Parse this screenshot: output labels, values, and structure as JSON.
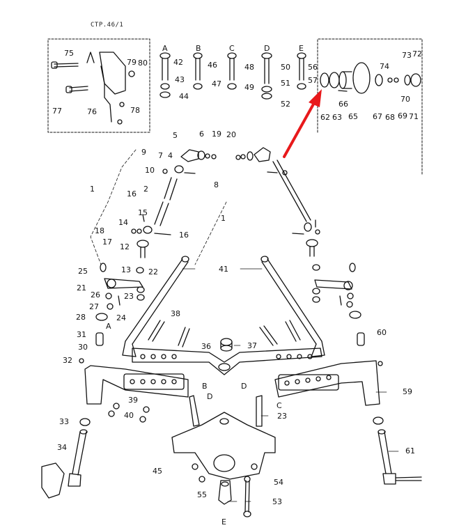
{
  "diagram": {
    "reference_code": "CTP.46/1",
    "subject": "Front axle and steering linkage exploded parts diagram",
    "highlight_arrow_color": "#e8191b",
    "highlight_target_part": "62",
    "insets": {
      "left_bracket": {
        "labels": [
          "75",
          "79",
          "80",
          "77",
          "76",
          "78"
        ]
      },
      "hub": {
        "labels": [
          "73",
          "72",
          "74",
          "66",
          "62",
          "63",
          "65",
          "67",
          "68",
          "69",
          "71",
          "70"
        ]
      }
    },
    "bolt_sets": [
      {
        "letter": "A",
        "parts": [
          "42",
          "43",
          "44"
        ]
      },
      {
        "letter": "B",
        "parts": [
          "46",
          "47"
        ]
      },
      {
        "letter": "C",
        "parts": [
          "48",
          "49"
        ]
      },
      {
        "letter": "D",
        "parts": [
          "50",
          "51",
          "52"
        ]
      },
      {
        "letter": "E",
        "parts": [
          "56",
          "57"
        ]
      }
    ],
    "labels": {
      "l1a": "1",
      "l1b": "1",
      "l2": "2",
      "l4": "4",
      "l5": "5",
      "l6": "6",
      "l7": "7",
      "l8": "8",
      "l9": "9",
      "l10": "10",
      "l12": "12",
      "l13": "13",
      "l14": "14",
      "l15": "15",
      "l16a": "16",
      "l16b": "16",
      "l17": "17",
      "l18": "18",
      "l19": "19",
      "l20": "20",
      "l21": "21",
      "l22": "22",
      "l23a": "23",
      "l23b": "23",
      "l24": "24",
      "l25": "25",
      "l26": "26",
      "l27": "27",
      "l28": "28",
      "l30": "30",
      "l31": "31",
      "l32": "32",
      "l33": "33",
      "l34": "34",
      "l36": "36",
      "l37": "37",
      "l38": "38",
      "l39": "39",
      "l40": "40",
      "l41": "41",
      "l45": "45",
      "l53": "53",
      "l54": "54",
      "l55": "55",
      "l59": "59",
      "l60": "60",
      "l61": "61",
      "l42": "42",
      "l43": "43",
      "l44": "44",
      "l46": "46",
      "l47": "47",
      "l48": "48",
      "l49": "49",
      "l50": "50",
      "l51": "51",
      "l52": "52",
      "l56": "56",
      "l57": "57",
      "l62": "62",
      "l63": "63",
      "l65": "65",
      "l66": "66",
      "l67": "67",
      "l68": "68",
      "l69": "69",
      "l70": "70",
      "l71": "71",
      "l72": "72",
      "l73": "73",
      "l74": "74",
      "l75": "75",
      "l76": "76",
      "l77": "77",
      "l78": "78",
      "l79": "79",
      "l80": "80"
    },
    "letters": {
      "A_top": "A",
      "B_top": "B",
      "C_top": "C",
      "D_top": "D",
      "E_top": "E",
      "A_axle": "A",
      "B_axle": "B",
      "D_axle1": "D",
      "D_axle2": "D",
      "C_axle": "C",
      "E_bottom": "E"
    }
  }
}
